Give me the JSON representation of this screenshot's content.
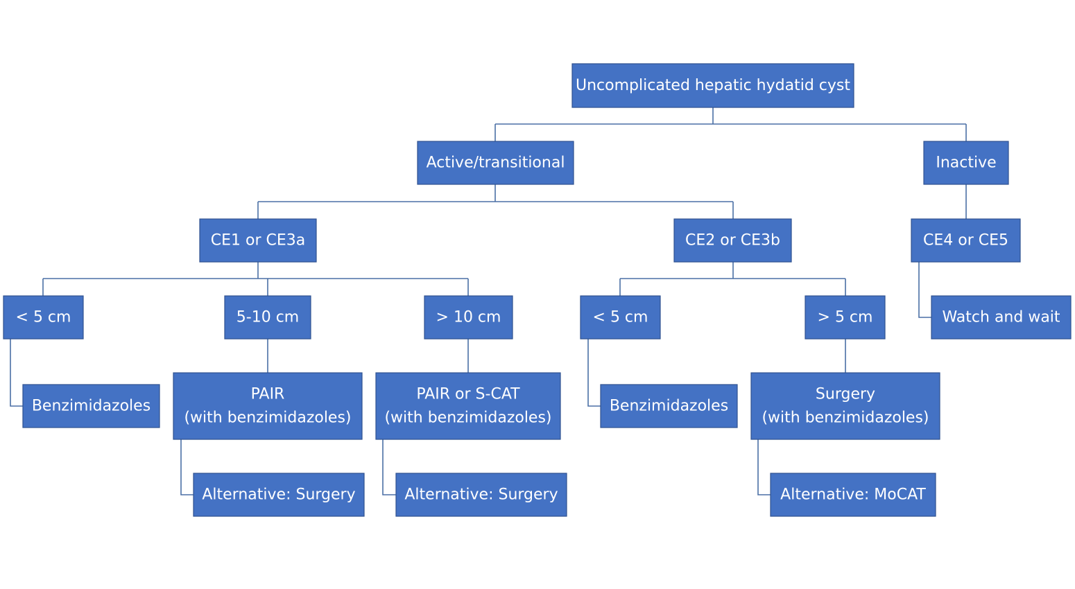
{
  "nodes": {
    "root": [
      "Uncomplicated hepatic hydatid cyst"
    ],
    "active": [
      "Active/transitional"
    ],
    "inactive": [
      "Inactive"
    ],
    "ce1": [
      "CE1 or CE3a"
    ],
    "ce2": [
      "CE2 or CE3b"
    ],
    "ce4": [
      "CE4 or CE5"
    ],
    "a_lt5": [
      "< 5 cm"
    ],
    "a_510": [
      "5-10 cm"
    ],
    "a_gt10": [
      "> 10 cm"
    ],
    "b_lt5": [
      "< 5 cm"
    ],
    "b_gt5": [
      "> 5 cm"
    ],
    "watch": [
      "Watch and wait"
    ],
    "benz1": [
      "Benzimidazoles"
    ],
    "pair": [
      "PAIR",
      "(with benzimidazoles)"
    ],
    "pair_scat": [
      "PAIR or S-CAT",
      "(with benzimidazoles)"
    ],
    "benz2": [
      "Benzimidazoles"
    ],
    "surgery": [
      "Surgery",
      "(with benzimidazoles)"
    ],
    "alt1": [
      "Alternative: Surgery"
    ],
    "alt2": [
      "Alternative: Surgery"
    ],
    "alt3": [
      "Alternative: MoCAT"
    ]
  }
}
